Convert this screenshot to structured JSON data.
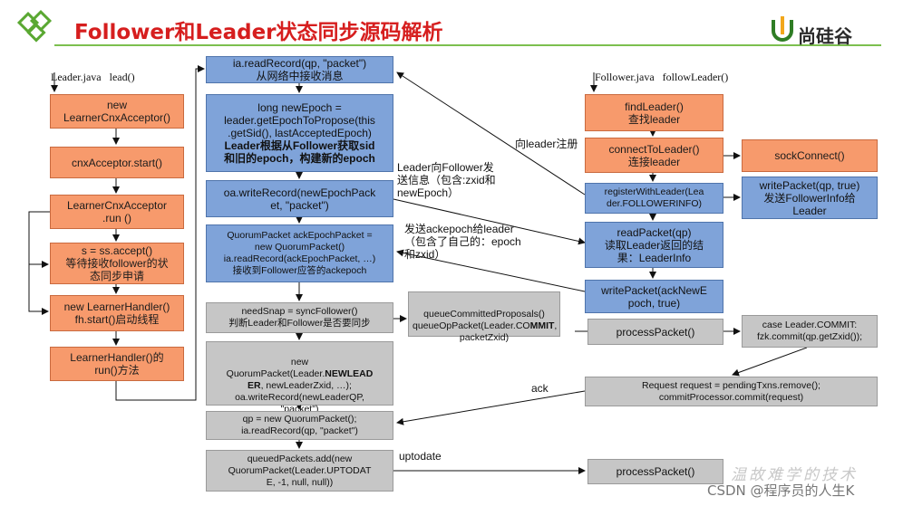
{
  "header": {
    "title": "Follower和Leader状态同步源码解析",
    "brand": "尚硅谷"
  },
  "left": {
    "file_label": "Leader.java",
    "method_label": "lead()",
    "b1": "new\nLearnerCnxAcceptor()",
    "b2": "cnxAcceptor.start()",
    "b3": "LearnerCnxAcceptor\n.run ()",
    "b4": "s = ss.accept()\n等待接收follower的状\n态同步申请",
    "b5": "new LearnerHandler()\nfh.start()启动线程",
    "b6": "LearnerHandler()的\nrun()方法"
  },
  "middle": {
    "m1": "ia.readRecord(qp, \"packet\")\n从网络中接收消息",
    "m2a": "long newEpoch =\nleader.getEpochToPropose(this\n.getSid(), lastAcceptedEpoch)",
    "m2b": "Leader根据从Follower获取sid\n和旧的epoch，构建新的epoch",
    "m3": "oa.writeRecord(newEpochPack\net, \"packet\")",
    "m4": "QuorumPacket ackEpochPacket =\nnew QuorumPacket()\nia.readRecord(ackEpochPacket, …)\n接收到Follower应答的ackepoch",
    "m5": "needSnap = syncFollower()\n判断Leader和Follower是否要同步",
    "m5side_a": "queueCommittedProposals()\nqueueOpPacket(Leader.CO",
    "m5side_b": "MMIT",
    "m5side_c": ", packetZxid)",
    "m6_a": "new\nQuorumPacket(Leader.",
    "m6_b": "NEWLEAD\nER",
    "m6_c": ", newLeaderZxid, …);\noa.writeRecord(newLeaderQP,\n\"packet\")",
    "m7": "qp = new QuorumPacket();\nia.readRecord(qp, \"packet\")",
    "m8": "queuedPackets.add(new\nQuorumPacket(Leader.UPTODAT\nE, -1, null, null))"
  },
  "labels": {
    "register": "向leader注册",
    "send_info": "Leader向Follower发\n送信息（包含:zxid和\nnewEpoch）",
    "send_ack": "发送ackepoch给leader\n（包含了自己的：epoch\n和zxid）",
    "ack": "ack",
    "uptodate": "uptodate"
  },
  "right": {
    "file_label": "Follower.java",
    "method_label": "followLeader()",
    "r1": "findLeader()\n查找leader",
    "r2": "connectToLeader()\n连接leader",
    "r2side": "sockConnect()",
    "r3": "registerWithLeader(Lea\nder.FOLLOWERINFO)",
    "r3side": "writePacket(qp, true)\n发送FollowerInfo给\nLeader",
    "r4": "readPacket(qp)\n读取Leader返回的结\n果：LeaderInfo",
    "r5": "writePacket(ackNewE\npoch, true)",
    "r6": "processPacket()",
    "r6side": "case Leader.COMMIT:\nfzk.commit(qp.getZxid());",
    "r7": "Request request = pendingTxns.remove();\ncommitProcessor.commit(request)",
    "r8": "processPacket()"
  },
  "footer": {
    "watermark_cn": "温故难学的技术",
    "credit": "CSDN @程序员的人生K"
  }
}
